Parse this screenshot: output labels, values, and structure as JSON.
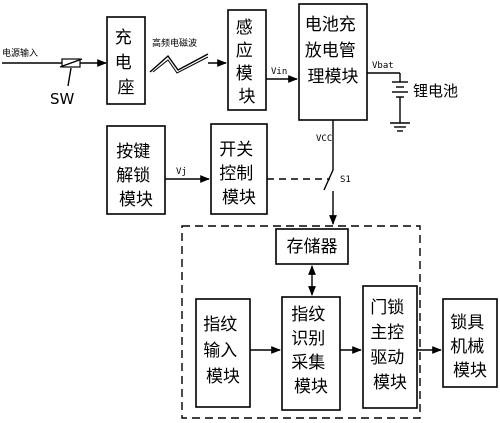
{
  "labels": {
    "power_input": "电源输入",
    "sw": "SW",
    "charging_dock": [
      "充",
      "电",
      "座"
    ],
    "hf_wave": "高频电磁波",
    "induction_module": [
      "感",
      "应",
      "模",
      "块"
    ],
    "bms": [
      "电池充",
      "放电管",
      "理模块"
    ],
    "vin": "Vin",
    "vbat": "Vbat",
    "lithium_battery": "锂电池",
    "vcc": "VCC",
    "key_unlock_module": [
      "按键",
      "解锁",
      "模块"
    ],
    "vj": "Vj",
    "switch_control_module": [
      "开关",
      "控制",
      "模块"
    ],
    "s1": "S1",
    "storage": "存储器",
    "fingerprint_input_module": [
      "指纹",
      "输入",
      "模块"
    ],
    "fingerprint_recognition_module": [
      "指纹",
      "识别",
      "采集",
      "模块"
    ],
    "lock_main_control_module": [
      "门锁",
      "主控",
      "驱动",
      "模块"
    ],
    "lock_mechanical_module": [
      "锁具",
      "机械",
      "模块"
    ]
  }
}
